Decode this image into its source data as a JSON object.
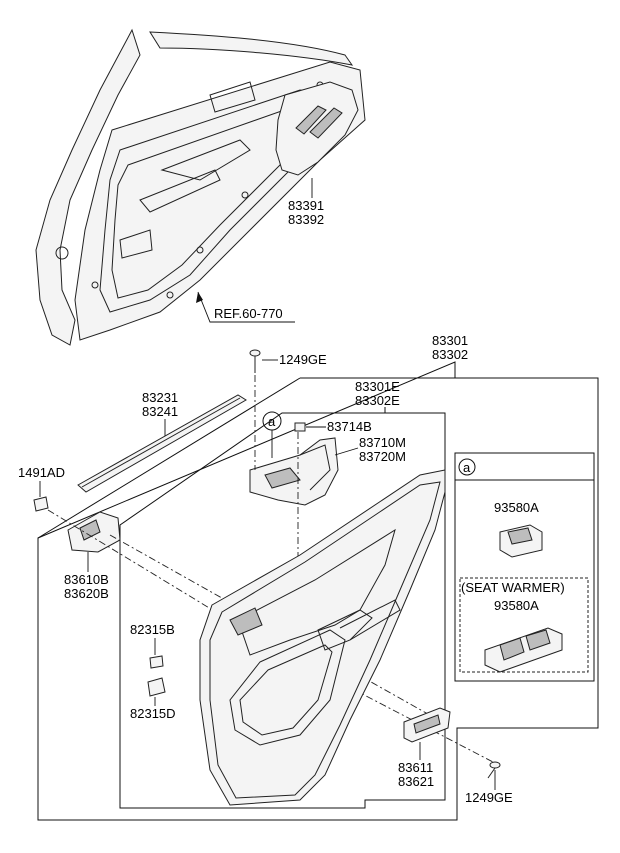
{
  "labels": {
    "p83391": "83391",
    "p83392": "83392",
    "ref": "REF.60-770",
    "p83301": "83301",
    "p83302": "83302",
    "p1249ge_top": "1249GE",
    "p83301e": "83301E",
    "p83302e": "83302E",
    "p83231": "83231",
    "p83241": "83241",
    "p83714b": "83714B",
    "p83710m": "83710M",
    "p83720m": "83720M",
    "p1491ad": "1491AD",
    "p83610b": "83610B",
    "p83620b": "83620B",
    "p82315b": "82315B",
    "p82315d": "82315D",
    "p83611": "83611",
    "p83621": "83621",
    "p1249ge_bottom": "1249GE"
  },
  "callout": {
    "marker": "a",
    "panel_marker": "a",
    "switch_part": "93580A",
    "seat_warmer_title": "(SEAT WARMER)",
    "seat_warmer_part": "93580A"
  }
}
